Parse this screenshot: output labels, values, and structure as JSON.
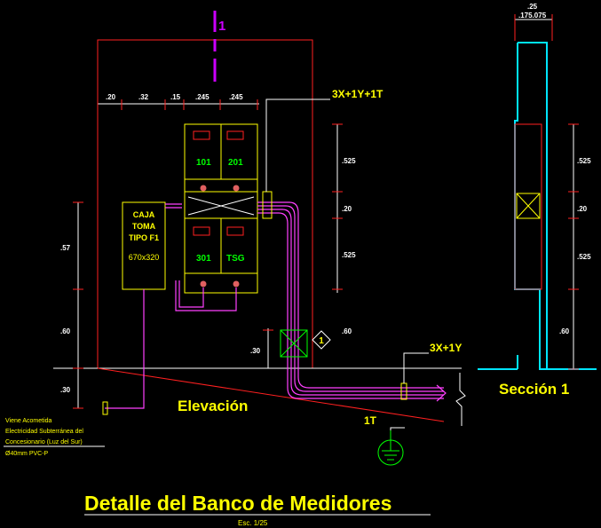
{
  "section_marker": "1",
  "top_dims": [
    ".20",
    ".32",
    ".15",
    ".245",
    ".245"
  ],
  "vertical_dims": [
    ".525",
    ".20",
    ".525",
    ".60",
    ".30"
  ],
  "left_dims": [
    ".57",
    ".60",
    ".30"
  ],
  "meters": [
    "101",
    "201",
    "301",
    "TSG"
  ],
  "caja": {
    "line1": "CAJA",
    "line2": "TOMA",
    "line3": "TIPO F1",
    "size": "670x320"
  },
  "cable_top": "3X+1Y+1T",
  "cable_bottom": "3X+1Y",
  "ground_label": "1T",
  "marker_label": "1",
  "elevation_title": "Elevación",
  "section": {
    "title": "Sección 1",
    "dim_total": ".25",
    "dim_split": ".175.075",
    "dims": [
      ".525",
      ".20",
      ".525",
      ".60"
    ]
  },
  "note_lines": [
    "Viene Acometida",
    "Electricidad Subterránea del",
    "Concesionario (Luz del Sur)",
    "Ø40mm PVC-P"
  ],
  "main_title": "Detalle del Banco de Medidores",
  "scale": "Esc. 1/25",
  "colors": {
    "background": "#000000",
    "frame": "#ff2020",
    "labels": "#ffff00",
    "meter_text": "#00ff00",
    "conduit": "#ff40ff",
    "section_outline": "#00e5ff",
    "marker": "#cc00ff"
  }
}
